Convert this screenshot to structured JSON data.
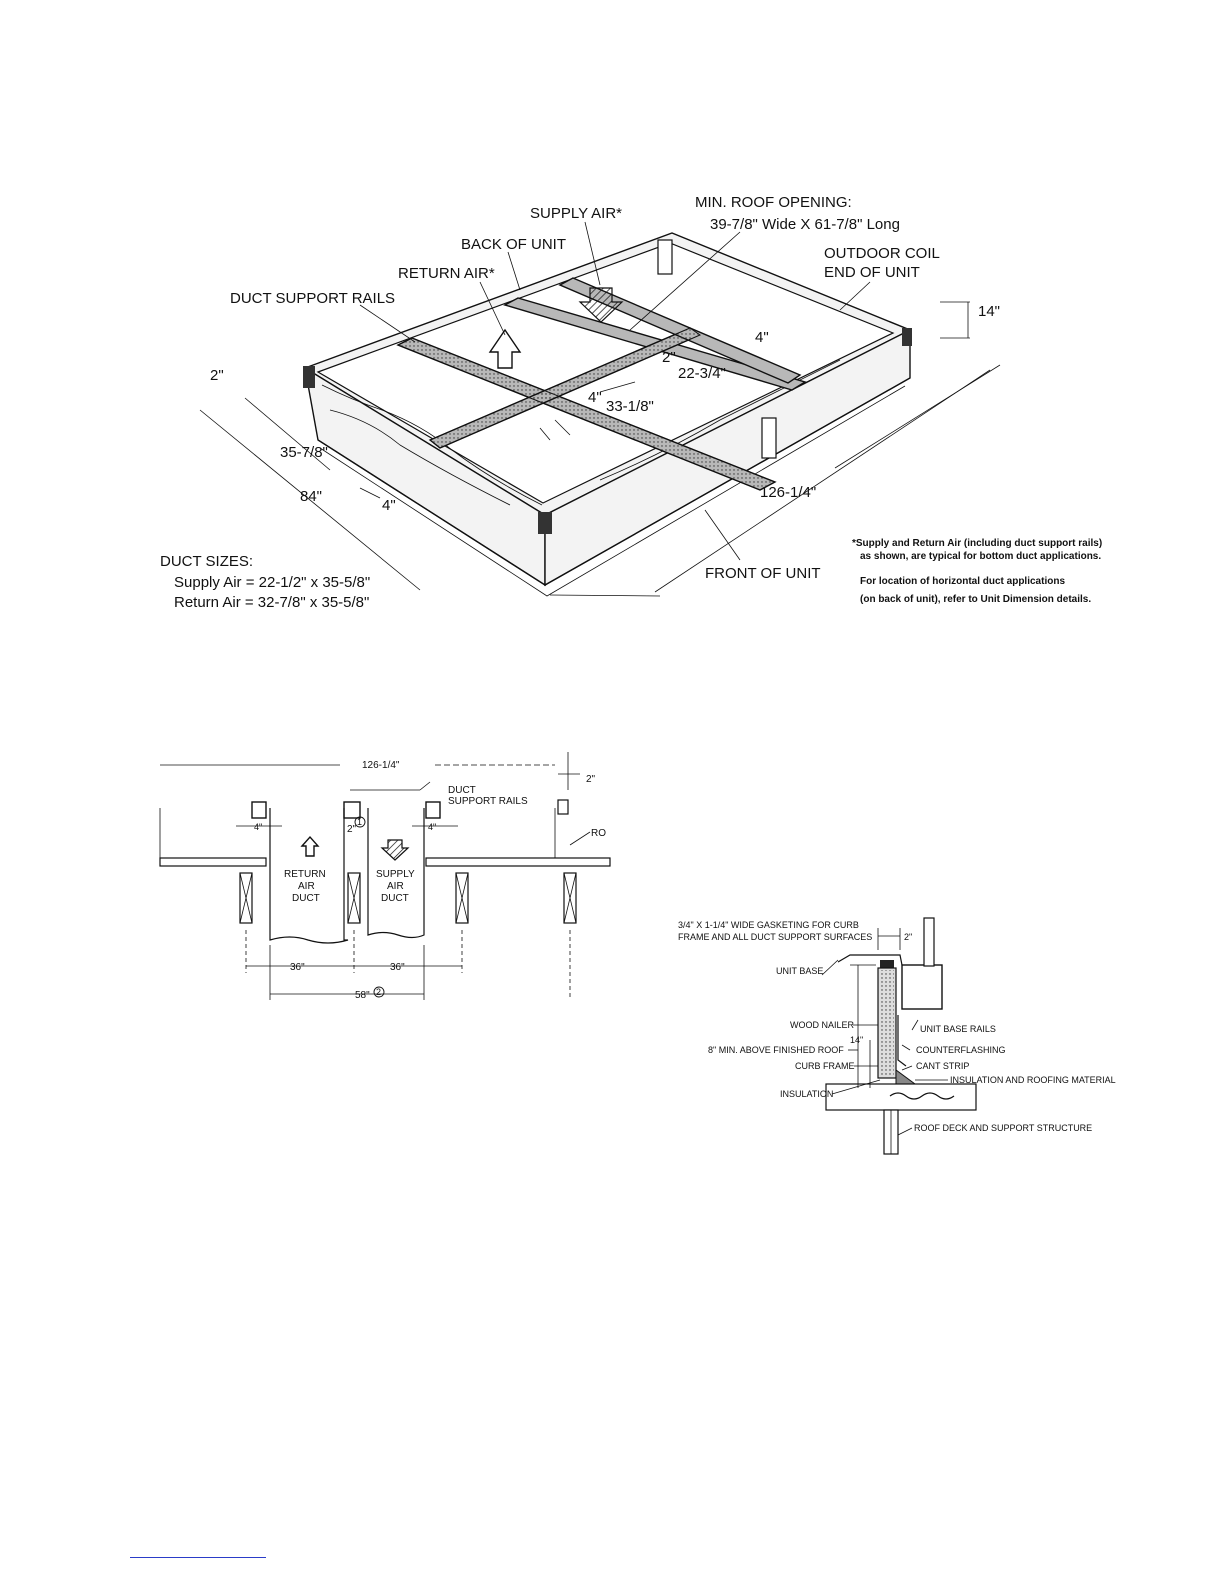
{
  "iso": {
    "supply_air": "SUPPLY AIR*",
    "min_roof_opening_1": "MIN. ROOF OPENING:",
    "min_roof_opening_2": "39-7/8\" Wide X 61-7/8\" Long",
    "back_of_unit": "BACK OF UNIT",
    "return_air": "RETURN AIR*",
    "outdoor_coil_1": "OUTDOOR COIL",
    "outdoor_coil_2": "END OF UNIT",
    "duct_support_rails": "DUCT SUPPORT RAILS",
    "dim_14": "14\"",
    "dim_4_top": "4\"",
    "dim_2_mid": "2\"",
    "dim_22_3_4": "22-3/4\"",
    "dim_4_mid": "4\"",
    "dim_33_1_8": "33-1/8\"",
    "dim_2_left": "2\"",
    "dim_35_7_8": "35-7/8\"",
    "dim_84": "84\"",
    "dim_4_bottom": "4\"",
    "dim_126_1_4": "126-1/4\"",
    "front_of_unit": "FRONT OF UNIT",
    "duct_sizes_title": "DUCT SIZES:",
    "supply_size": "Supply Air = 22-1/2\" x 35-5/8\"",
    "return_size": "Return Air = 32-7/8\" x 35-5/8\"",
    "note_1": "*Supply and Return Air (including duct support rails)",
    "note_2": "as shown, are typical for bottom duct applications.",
    "note_3": "For location of horizontal duct applications",
    "note_4": "(on back of unit), refer to Unit Dimension details."
  },
  "section": {
    "dim_126_1_4": "126-1/4\"",
    "dim_2": "2\"",
    "duct_1": "DUCT",
    "duct_2": "SUPPORT RAILS",
    "dim_4_left": "4\"",
    "dim_2_circ": "2\"",
    "circ_1": "1",
    "dim_4_right": "4\"",
    "ro": "RO",
    "return_1": "RETURN",
    "return_2": "AIR",
    "return_3": "DUCT",
    "supply_1": "SUPPLY",
    "supply_2": "AIR",
    "supply_3": "DUCT",
    "dim_36_a": "36\"",
    "dim_36_b": "36\"",
    "dim_58": "58\"",
    "circ_2": "2"
  },
  "curb": {
    "gasket_1": "3/4\" X 1-1/4\" WIDE GASKETING FOR CURB",
    "gasket_2": "FRAME AND ALL DUCT SUPPORT SURFACES",
    "dim_2": "2\"",
    "unit_base": "UNIT BASE",
    "wood_nailer": "WOOD NAILER",
    "unit_base_rails": "UNIT BASE RAILS",
    "dim_14": "14\"",
    "min_above": "8\" MIN. ABOVE FINISHED ROOF",
    "counterflashing": "COUNTERFLASHING",
    "curb_frame": "CURB FRAME",
    "cant_strip": "CANT STRIP",
    "insulation_roofing": "INSULATION AND ROOFING MATERIAL",
    "insulation": "INSULATION",
    "roof_deck": "ROOF DECK AND SUPPORT STRUCTURE"
  }
}
